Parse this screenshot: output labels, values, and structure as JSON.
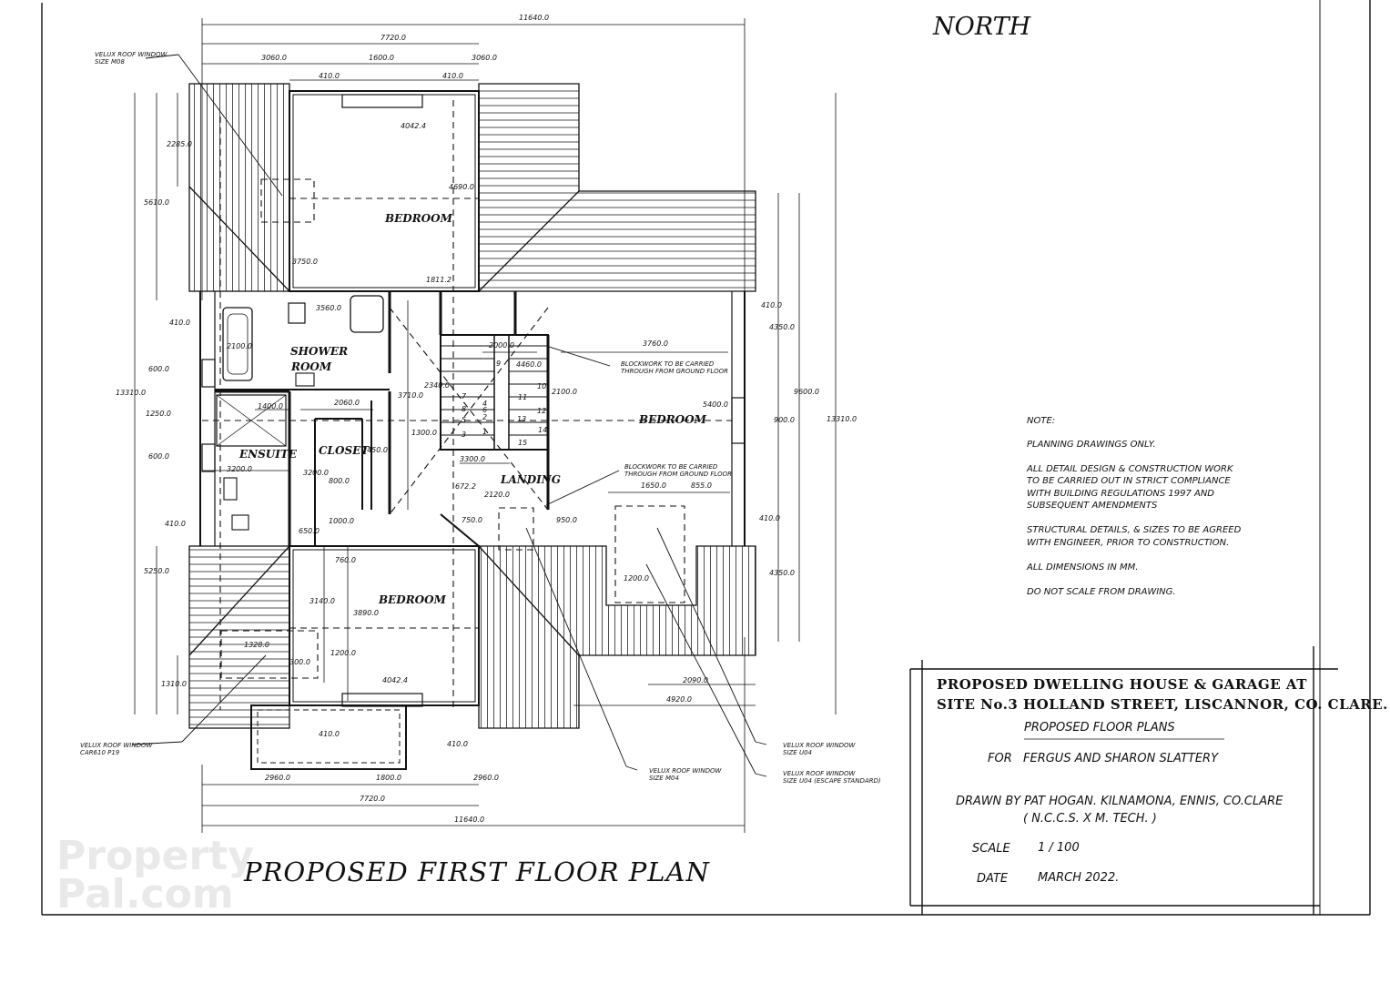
{
  "sheet": {
    "north_label": "NORTH",
    "plan_title": "PROPOSED FIRST FLOOR PLAN",
    "watermark": {
      "line1": "Property",
      "line2": "Pal.com"
    }
  },
  "rooms": {
    "bedroom_north": "BEDROOM",
    "bedroom_east": "BEDROOM",
    "bedroom_south": "BEDROOM",
    "shower_room_line1": "SHOWER",
    "shower_room_line2": "ROOM",
    "ensuite": "ENSUITE",
    "closet": "CLOSET",
    "landing": "LANDING"
  },
  "dimensions": {
    "overall_top": "11640.0",
    "inner_top": "7720.0",
    "top_left": "3060.0",
    "top_mid": "1600.0",
    "top_right": "3060.0",
    "top_410_left": "410.0",
    "top_410_right": "410.0",
    "north_room_width": "4042.4",
    "north_room_depth": "4690.0",
    "d2285": "2285.0",
    "d5610": "5610.0",
    "d3750": "3750.0",
    "d1811": "1811.2",
    "d3560": "3560.0",
    "d410_l1": "410.0",
    "d2100_l": "2100.0",
    "d600_a": "600.0",
    "d13310_l": "13310.0",
    "d1250": "1250.0",
    "d600_b": "600.0",
    "d410_l2": "410.0",
    "d5250": "5250.0",
    "d1310": "1310.0",
    "d1400": "1400.0",
    "d2060": "2060.0",
    "d3710": "3710.0",
    "d2450": "2450.0",
    "d3200_a": "3200.0",
    "d3200_b": "3200.0",
    "d800": "800.0",
    "d1000": "1000.0",
    "d650": "650.0",
    "d760": "760.0",
    "d3140": "3140.0",
    "d3890": "3890.0",
    "d1328": "1328.0",
    "d300": "300.0",
    "d1200_a": "1200.0",
    "south_room_width": "4042.4",
    "d2000": "2000.0",
    "d4460": "4460.0",
    "d2340": "2340.0",
    "d2100_s": "2100.0",
    "d1300": "1300.0",
    "d3300": "3300.0",
    "d672": "672.2",
    "d2120": "2120.0",
    "d750": "750.0",
    "d950": "950.0",
    "d3760": "3760.0",
    "d5400": "5400.0",
    "d1650": "1650.0",
    "d855": "855.0",
    "d1200_b": "1200.0",
    "d410_r1": "410.0",
    "d4350_a": "4350.0",
    "d9600": "9600.0",
    "d13310_r": "13310.0",
    "d900": "900.0",
    "d410_r2": "410.0",
    "d4350_b": "4350.0",
    "d2090": "2090.0",
    "d4920": "4920.0",
    "bot_410_a": "410.0",
    "bot_410_b": "410.0",
    "bot_left": "2960.0",
    "bot_mid": "1800.0",
    "bot_right": "2960.0",
    "inner_bottom": "7720.0",
    "overall_bottom": "11640.0"
  },
  "stairs": {
    "steps": [
      "1",
      "2",
      "3",
      "4",
      "5",
      "6",
      "7",
      "8",
      "9",
      "10",
      "11",
      "12",
      "13",
      "14",
      "15"
    ]
  },
  "callouts": {
    "velux_m08_line1": "VELUX ROOF WINDOW",
    "velux_m08_line2": "SIZE M08",
    "blockwork_1_line1": "BLOCKWORK TO BE CARRIED",
    "blockwork_1_line2": "THROUGH FROM GROUND FLOOR",
    "blockwork_2_line1": "BLOCKWORK TO BE CARRIED",
    "blockwork_2_line2": "THROUGH FROM GROUND FLOOR",
    "velux_p19_line1": "VELUX ROOF WINDOW",
    "velux_p19_line2": "CAR610 P19",
    "velux_m04_line1": "VELUX ROOF WINDOW",
    "velux_m04_line2": "SIZE M04",
    "velux_u04_line1": "VELUX ROOF WINDOW",
    "velux_u04_line2": "SIZE U04",
    "velux_u04e_line1": "VELUX ROOF WINDOW",
    "velux_u04e_line2": "SIZE U04 (ESCAPE STANDARD)"
  },
  "notes": {
    "heading": "NOTE:",
    "lines": [
      "PLANNING DRAWINGS ONLY.",
      "",
      "ALL DETAIL DESIGN & CONSTRUCTION WORK",
      "TO BE CARRIED OUT IN STRICT COMPLIANCE",
      "WITH BUILDING REGULATIONS 1997 AND",
      "SUBSEQUENT AMENDMENTS",
      "",
      "STRUCTURAL DETAILS, & SIZES TO BE AGREED",
      "WITH ENGINEER, PRIOR TO CONSTRUCTION.",
      "",
      "ALL DIMENSIONS IN MM.",
      "",
      "DO NOT SCALE FROM DRAWING."
    ]
  },
  "title_block": {
    "project_line1": "PROPOSED DWELLING HOUSE & GARAGE AT",
    "project_line2": "SITE No.3 HOLLAND STREET, LISCANNOR, CO. CLARE.",
    "sheet_title": "PROPOSED FLOOR PLANS",
    "for_label": "FOR",
    "client": "FERGUS AND SHARON SLATTERY",
    "drawn_by_label": "DRAWN BY",
    "drawn_by": "PAT HOGAN.  KILNAMONA, ENNIS, CO.CLARE",
    "qualification": "( N.C.C.S. X M. TECH. )",
    "scale_label": "SCALE",
    "scale": "1 / 100",
    "date_label": "DATE",
    "date": "MARCH 2022."
  }
}
